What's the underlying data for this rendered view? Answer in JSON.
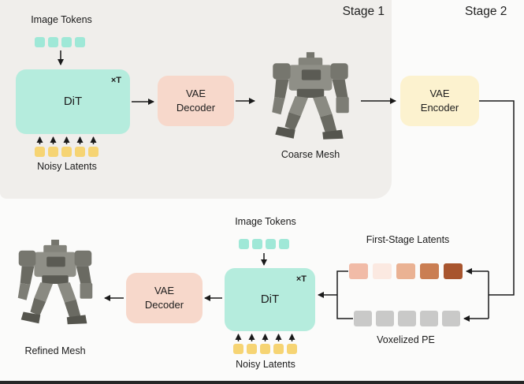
{
  "meta": {
    "bottom_bar_color": "#262626"
  },
  "stage1": {
    "title": "Stage 1",
    "panel_color": "#f0eeeb",
    "image_tokens_label": "Image Tokens",
    "image_token_colors": [
      "#9fe8d7",
      "#9fe8d7",
      "#9fe8d7",
      "#9fe8d7"
    ],
    "dit_label": "DiT",
    "dit_repeat_label": "×T",
    "dit_color": "#b5ecdd",
    "vae_decoder_label": "VAE\nDecoder",
    "vae_decoder_color": "#f7d8cb",
    "coarse_mesh_label": "Coarse Mesh",
    "noisy_latents_label": "Noisy Latents",
    "noisy_latent_colors": [
      "#f6d473",
      "#f6d473",
      "#f6d473",
      "#f6d473",
      "#f6d473"
    ]
  },
  "stage2": {
    "title": "Stage 2",
    "vae_encoder_label": "VAE\nEncoder",
    "vae_encoder_color": "#fcf2cf",
    "first_stage_latents_label": "First-Stage Latents",
    "first_stage_latent_colors": [
      "#f1bba7",
      "#fbe9e1",
      "#eab293",
      "#ca7e52",
      "#a8552e"
    ],
    "voxelized_pe_label": "Voxelized PE",
    "voxelized_pe_colors": [
      "#c9c9c8",
      "#c9c9c8",
      "#c9c9c8",
      "#c9c9c8",
      "#c9c9c8"
    ],
    "image_tokens_label": "Image Tokens",
    "image_token_colors": [
      "#9fe8d7",
      "#9fe8d7",
      "#9fe8d7",
      "#9fe8d7"
    ],
    "dit_label": "DiT",
    "dit_repeat_label": "×T",
    "dit_color": "#b5ecdd",
    "vae_decoder_label": "VAE\nDecoder",
    "vae_decoder_color": "#f7d8cb",
    "noisy_latents_label": "Noisy Latents",
    "noisy_latent_colors": [
      "#f6d473",
      "#f6d473",
      "#f6d473",
      "#f6d473",
      "#f6d473"
    ],
    "refined_mesh_label": "Refined Mesh"
  }
}
